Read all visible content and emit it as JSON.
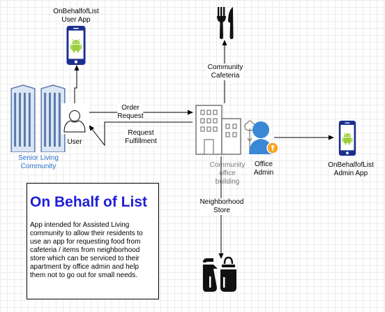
{
  "labels": {
    "user_app": [
      "OnBehalfofList",
      "User App"
    ],
    "user": "User",
    "senior_living": [
      "Senior Living",
      "Community"
    ],
    "order_request": [
      "Order",
      "Request"
    ],
    "request_fulfillment": [
      "Request",
      "Fulfillment"
    ],
    "community_cafeteria": [
      "Community",
      "Cafeteria"
    ],
    "office_building": [
      "Community",
      "office",
      "building"
    ],
    "office_admin": [
      "Office",
      "Admin"
    ],
    "admin_app": [
      "OnBehalfofList",
      "Admin App"
    ],
    "neighborhood_store": [
      "Neighborhood",
      "Store"
    ]
  },
  "description": {
    "title": "On Behalf of List",
    "text": "App intended for Assisted Living community to allow their residents to use an app for requesting food from cafeteria / items from neighborhood store which can be serviced to their apartment by office admin and help them not to go out for small needs."
  },
  "colors": {
    "phone": "#1b2f8f",
    "building_fill": "#dbe6f4",
    "building_stroke": "#5b79ad",
    "office_blue": "#3a87d6",
    "lock": "#f5a623",
    "android": "#9cce3c",
    "gray": "#777777",
    "title": "#1f1fd6"
  },
  "icons": [
    "android-phone-icon",
    "person-icon",
    "apartment-building-icon",
    "office-building-icon",
    "admin-person-icon",
    "lock-badge-icon",
    "tree-icon",
    "fork-knife-icon",
    "shopping-bags-icon"
  ]
}
